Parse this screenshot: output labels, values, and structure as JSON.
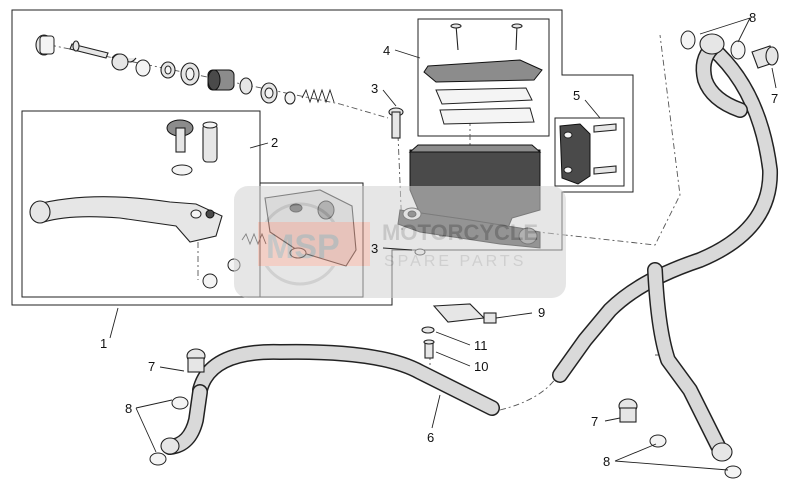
{
  "watermark": {
    "brand": "MSP",
    "line1": "MOTORCYCLE",
    "line2": "SPARE PARTS"
  },
  "callouts": [
    {
      "id": "c1",
      "text": "1"
    },
    {
      "id": "c2",
      "text": "2"
    },
    {
      "id": "c3a",
      "text": "3"
    },
    {
      "id": "c3b",
      "text": "3"
    },
    {
      "id": "c4",
      "text": "4"
    },
    {
      "id": "c5",
      "text": "5"
    },
    {
      "id": "c6",
      "text": "6"
    },
    {
      "id": "c7a",
      "text": "7"
    },
    {
      "id": "c7b",
      "text": "7"
    },
    {
      "id": "c7c",
      "text": "7"
    },
    {
      "id": "c8a",
      "text": "8"
    },
    {
      "id": "c8b",
      "text": "8"
    },
    {
      "id": "c8c",
      "text": "8"
    },
    {
      "id": "c9",
      "text": "9"
    },
    {
      "id": "c10",
      "text": "10"
    },
    {
      "id": "c11",
      "text": "11"
    }
  ]
}
